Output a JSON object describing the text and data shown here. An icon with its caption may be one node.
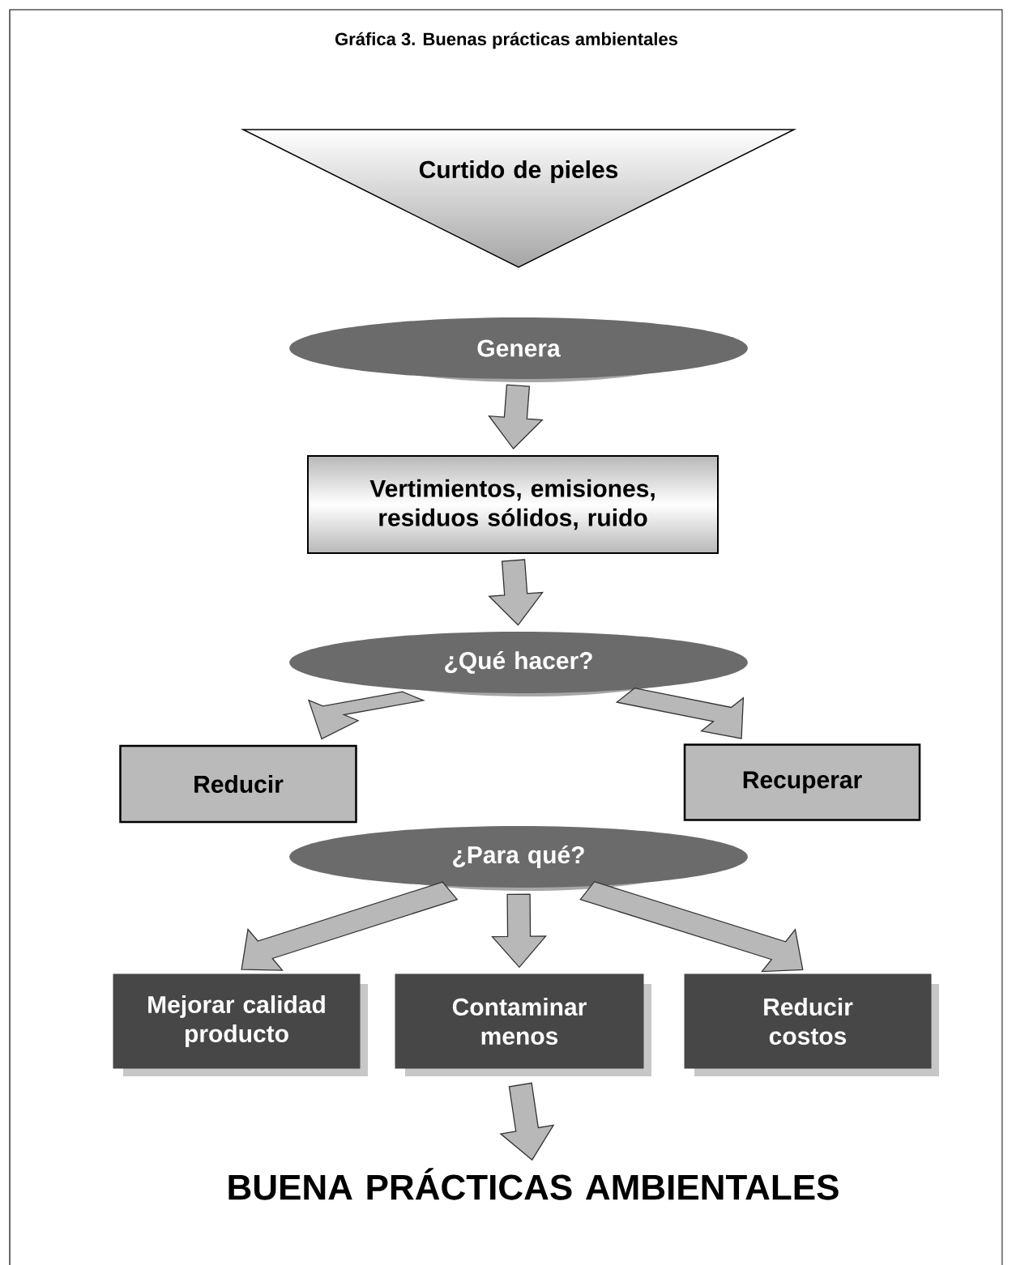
{
  "diagram": {
    "title": "Gráfica 3.  Buenas prácticas ambientales",
    "nodes": [
      {
        "text": [
          "Curtido de pieles"
        ]
      },
      {
        "text": [
          "Genera"
        ]
      },
      {
        "text": [
          "Vertimientos, emisiones, residuos sólidos, ruido"
        ]
      },
      {
        "text": [
          "¿Qué hacer?"
        ]
      },
      {
        "text": [
          "Reducir"
        ]
      },
      {
        "text": [
          "Recuperar"
        ]
      },
      {
        "text": [
          "¿Para qué?"
        ]
      },
      {
        "text": [
          "Mejorar calidad producto"
        ]
      },
      {
        "text": [
          "Contaminar menos"
        ]
      },
      {
        "text": [
          "Reducir costos"
        ]
      },
      {
        "text": [
          "BUENA PRÁCTICAS AMBIENTALES"
        ]
      }
    ],
    "edges": [
      {
        "from": 1,
        "to": 2,
        "arrow": "to"
      },
      {
        "from": 2,
        "to": 3,
        "arrow": "to"
      },
      {
        "from": 3,
        "to": 4,
        "arrow": "to"
      },
      {
        "from": 3,
        "to": 5,
        "arrow": "to"
      },
      {
        "from": 6,
        "to": 7,
        "arrow": "to"
      },
      {
        "from": 6,
        "to": 8,
        "arrow": "to"
      },
      {
        "from": 6,
        "to": 9,
        "arrow": "to"
      },
      {
        "from": 8,
        "to": 10,
        "arrow": "to"
      }
    ]
  }
}
